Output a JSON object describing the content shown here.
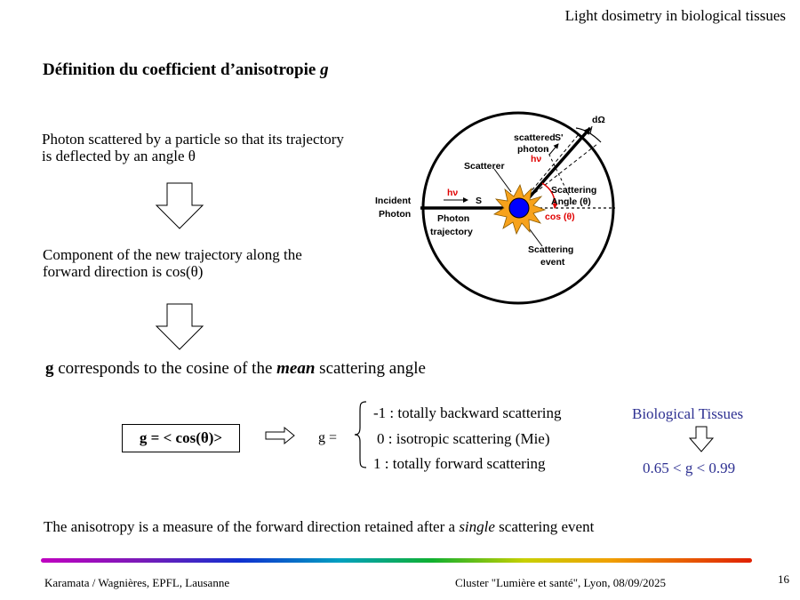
{
  "header": {
    "title": "Light dosimetry in biological tissues"
  },
  "slide": {
    "title_text": "Définition du coefficient d’anisotropie",
    "title_symbol": "g",
    "para1": "Photon scattered by a particle so that its trajectory is deflected by an angle θ",
    "para2": "Component of the new trajectory along the forward direction is cos(θ)",
    "g_line": {
      "g": "g",
      "part1": "corresponds to the cosine of the",
      "mean": "mean",
      "part2": "scattering angle"
    },
    "formula": "g = < cos(θ)>",
    "g_equals": "g =",
    "cases": [
      "-1 : totally backward scattering",
      "0 : isotropic scattering (Mie)",
      "1 : totally forward scattering"
    ],
    "bio_title": "Biological Tissues",
    "bio_range": "0.65 < g < 0.99",
    "bottom_note": {
      "part1": "The anisotropy is a measure of the forward direction retained after a",
      "single": "single",
      "part2": "scattering event"
    }
  },
  "diagram": {
    "d_omega": "dΩ",
    "scattered": "scattered",
    "photon": "photon",
    "s_prime": "S'",
    "hv": "hν",
    "scatterer": "Scatterer",
    "scattering": "Scattering",
    "angle": "Angle (θ)",
    "cos_theta": "cos (θ)",
    "incident": "Incident",
    "incident_photon": "Photon",
    "s_label": "S",
    "photon_traj_1": "Photon",
    "photon_traj_2": "trajectory",
    "scattering_event_1": "Scattering",
    "scattering_event_2": "event",
    "colors": {
      "hv_red": "#e00000",
      "scatterer_blue": "#0000ff",
      "burst_orange": "#f7a21b"
    }
  },
  "footer": {
    "left": "Karamata / Wagnières, EPFL, Lausanne",
    "right": "Cluster \"Lumière et santé\", Lyon, 08/09/2025",
    "page": "16"
  }
}
